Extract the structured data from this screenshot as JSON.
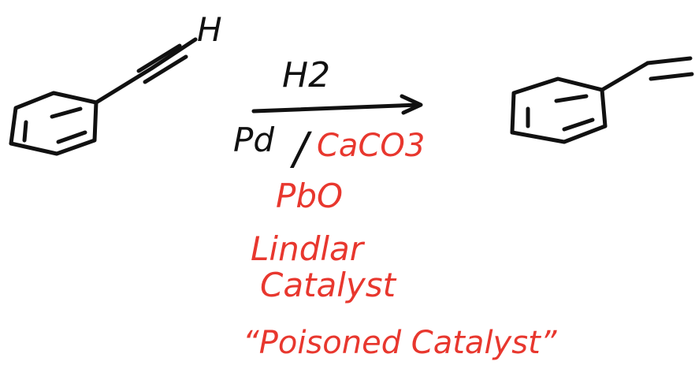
{
  "colors": {
    "ink": "#111111",
    "annotation": "#e8372e",
    "background": "#ffffff"
  },
  "reactant": {
    "h_label": "H"
  },
  "reagents": {
    "above_arrow": "H2",
    "catalyst_metal": "Pd",
    "catalyst_separator": "/",
    "catalyst_support": "CaCO3",
    "poison": "PbO",
    "name_line1": "Lindlar",
    "name_line2": "Catalyst",
    "nickname": "“Poisoned Catalyst”"
  }
}
